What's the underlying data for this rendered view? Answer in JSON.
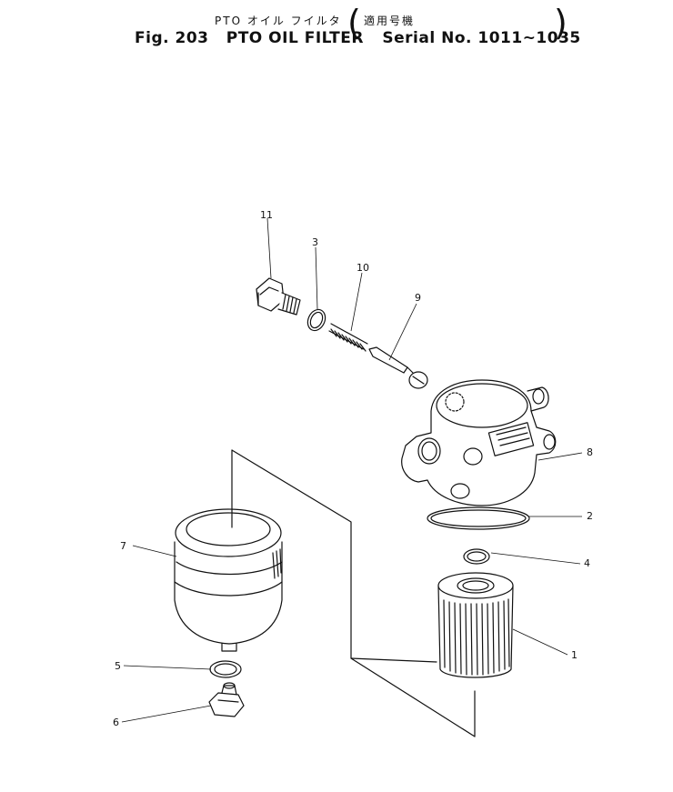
{
  "header": {
    "title_jp": "PTO オイル フイルタ",
    "applicable_jp": "適用号機",
    "figure_label": "Fig. 203",
    "title_en": "PTO OIL FILTER",
    "serial_label": "Serial No. 1011~1035"
  },
  "callouts": [
    "11",
    "3",
    "10",
    "9",
    "8",
    "2",
    "4",
    "1",
    "7",
    "5",
    "6"
  ]
}
